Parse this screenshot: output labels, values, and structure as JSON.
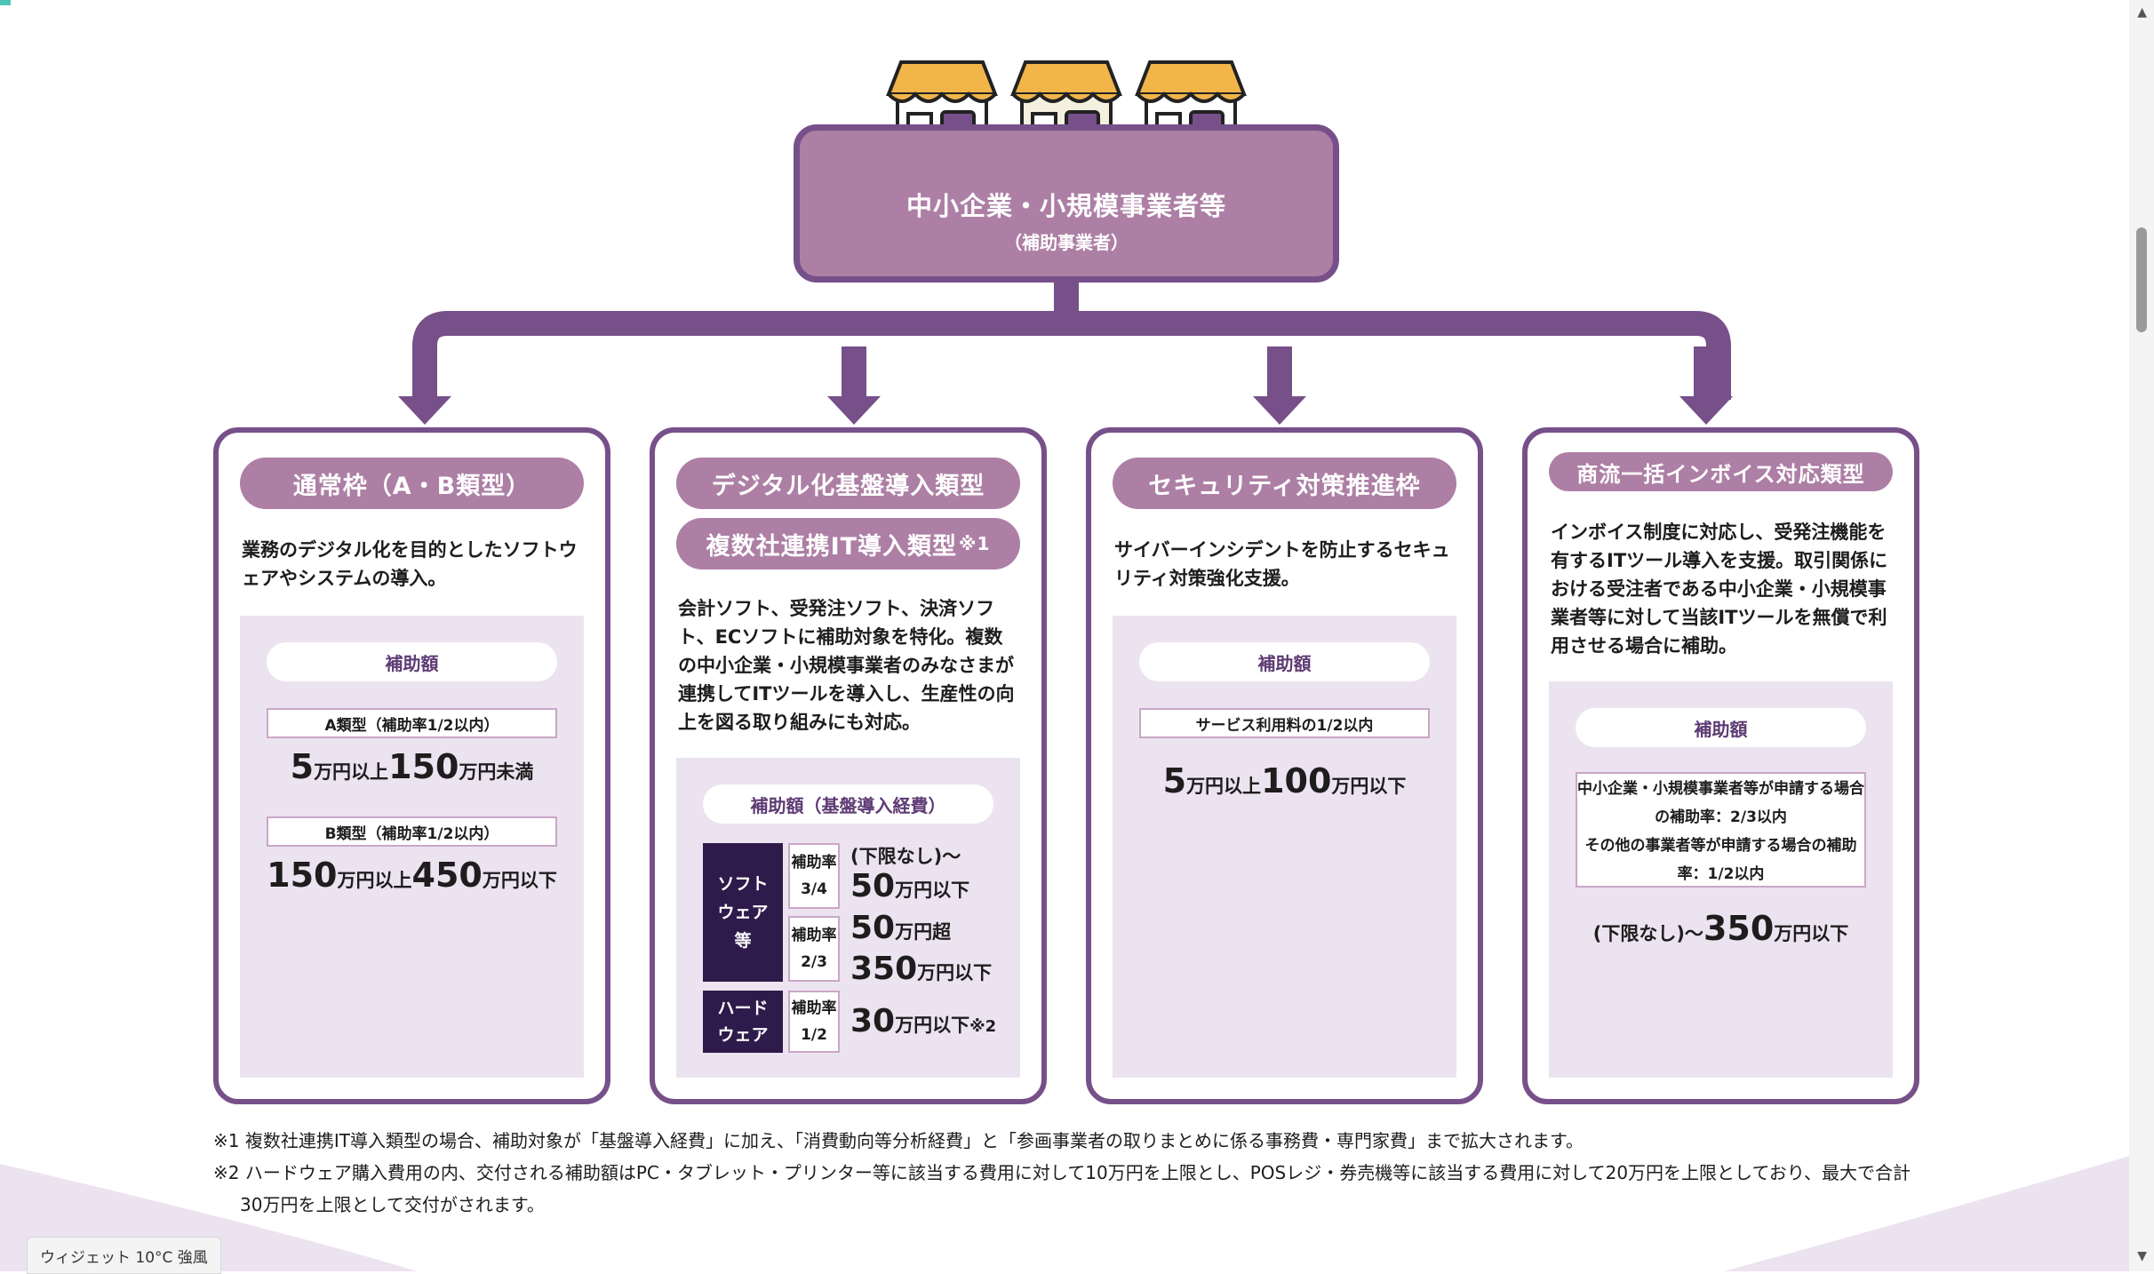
{
  "colors": {
    "primary": "#77508a",
    "pill": "#ad7fa5",
    "panel": "#ece3f0",
    "dark_cell": "#2e1b4b",
    "accent_text": "#5e3b74",
    "wave": "#ece3f0"
  },
  "top": {
    "title": "中小企業・小規模事業者等",
    "subtitle": "（補助事業者）"
  },
  "columns": [
    {
      "pill": "通常枠（A・B類型）",
      "desc": "業務のデジタル化を目的としたソフトウェアやシステムの導入。",
      "hojo_label": "補助額",
      "a_rate": "A類型（補助率1/2以内）",
      "a_amount": {
        "p1": "5",
        "p2": "万円以上",
        "p3": "150",
        "p4": "万円未満"
      },
      "b_rate": "B類型（補助率1/2以内）",
      "b_amount": {
        "p1": "150",
        "p2": "万円以上",
        "p3": "450",
        "p4": "万円以下"
      }
    },
    {
      "pill1": "デジタル化基盤導入類型",
      "pill2": "複数社連携IT導入類型",
      "pill2_note": "※1",
      "desc": "会計ソフト、受発注ソフト、決済ソフト、ECソフトに補助対象を特化。複数の中小企業・小規模事業者のみなさまが連携してITツールを導入し、生産性の向上を図る取り組みにも対応。",
      "hojo_label": "補助額（基盤導入経費）",
      "cat_software": "ソフト\nウェア\n等",
      "cat_hardware": "ハード\nウェア",
      "r1": "補助率\n3/4",
      "r1_v1": "(下限なし)〜",
      "r1_v2": "50",
      "r1_v3": "万円以下",
      "r2": "補助率\n2/3",
      "r2_v1": "50",
      "r2_v2": "万円超",
      "r2_v3": "350",
      "r2_v4": "万円以下",
      "r3": "補助率\n1/2",
      "r3_v1": "30",
      "r3_v2": "万円以下",
      "r3_v3": "※2"
    },
    {
      "pill": "セキュリティ対策推進枠",
      "desc": "サイバーインシデントを防止するセキュリティ対策強化支援。",
      "hojo_label": "補助額",
      "rate": "サービス利用料の1/2以内",
      "amount": {
        "p1": "5",
        "p2": "万円以上",
        "p3": "100",
        "p4": "万円以下"
      }
    },
    {
      "pill": "商流一括インボイス対応類型",
      "desc": "インボイス制度に対応し、受発注機能を有するITツール導入を支援。取引関係における受注者である中小企業・小規模事業者等に対して当該ITツールを無償で利用させる場合に補助。",
      "hojo_label": "補助額",
      "rate_text": "中小企業・小規模事業者等が申請する場合の補助率：2/3以内\nその他の事業者等が申請する場合の補助率：1/2以内",
      "amount": {
        "p1": "(下限なし)〜",
        "p2": "350",
        "p3": "万円以下"
      }
    }
  ],
  "notes": {
    "n1": "※1 複数社連携IT導入類型の場合、補助対象が「基盤導入経費」に加え、「消費動向等分析経費」と「参画事業者の取りまとめに係る事務費・専門家費」まで拡大されます。",
    "n2": "※2 ハードウェア購入費用の内、交付される補助額はPC・タブレット・プリンター等に該当する費用に対して10万円を上限とし、POSレジ・券売機等に該当する費用に対して20万円を上限としており、最大で合計30万円を上限として交付がされます。"
  },
  "widget": "ウィジェット 10°C 強風"
}
